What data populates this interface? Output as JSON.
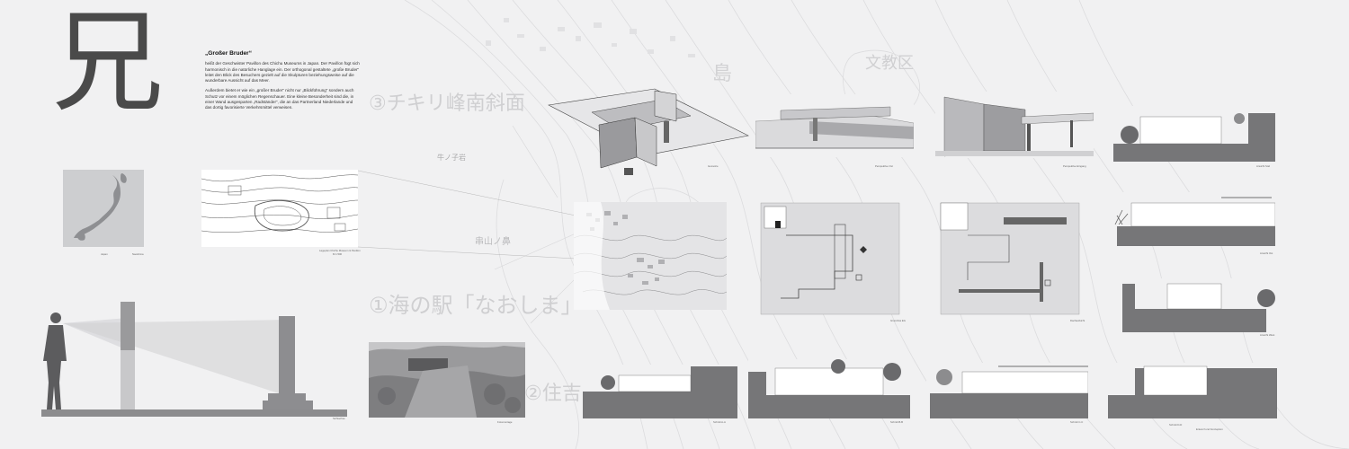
{
  "poster": {
    "kanji": "兄",
    "title": "„Großer Bruder“",
    "paragraph_1": "heißt der Geschwister Pavillon des Chichu Museums in Japan. Der Pavillon fügt sich harmonisch in die natürliche Hanglage ein. Der orthogonal gestaltete „große Bruder“ leitet den Blick des Besuchers gezielt auf die Skulpturen beziehungsweise auf die wunderbare Aussicht auf das Meer.",
    "paragraph_2": "Außerdem bietet er wie ein „großer Bruder“ nicht nur „Blickführung“ sondern auch Schutz vor einem möglichen Regenschauer. Eine kleine Besonderheit sind die, in einer Wand ausgesparten „Radständer“, die an das Partnerland Niederlande und das dortig favorisierte Verkehrsmittel verweisen."
  },
  "map_labels": {
    "label_3": "③チキリ峰南斜面",
    "label_1": "①海の駅「なおしま」",
    "label_2": "②住吉",
    "place_1": "牛ノ子岩",
    "place_2": "文教区",
    "place_3": "島",
    "place_4": "串山ノ鼻"
  },
  "captions": {
    "japan_1": "Japan",
    "japan_2": "Naoshima",
    "site": "Lageplan Chichu Museum & Pavillon",
    "site_scale": "M 1:500",
    "iso": "Isometrie",
    "persp_1": "Perspektive Ost",
    "persp_2": "Perspektive Eingang",
    "sec_1": "Ansicht Süd",
    "sec_2": "Ansicht Ost",
    "sec_3": "Ansicht West",
    "plan_1": "Grundriss EG",
    "plan_2": "Dachaufsicht",
    "sightline": "Sichtachse",
    "photo": "Fotomontage",
    "bs_1": "Schnitt A-A",
    "bs_2": "Schnitt B-B",
    "bs_3": "Schnitt C-C",
    "bs_4": "Schnitt D-D",
    "credit": "Entwurf und Konzeption"
  },
  "colors": {
    "background": "#f1f1f2",
    "ground": "#777777",
    "wall": "#8c8c8c",
    "text": "#333333"
  }
}
